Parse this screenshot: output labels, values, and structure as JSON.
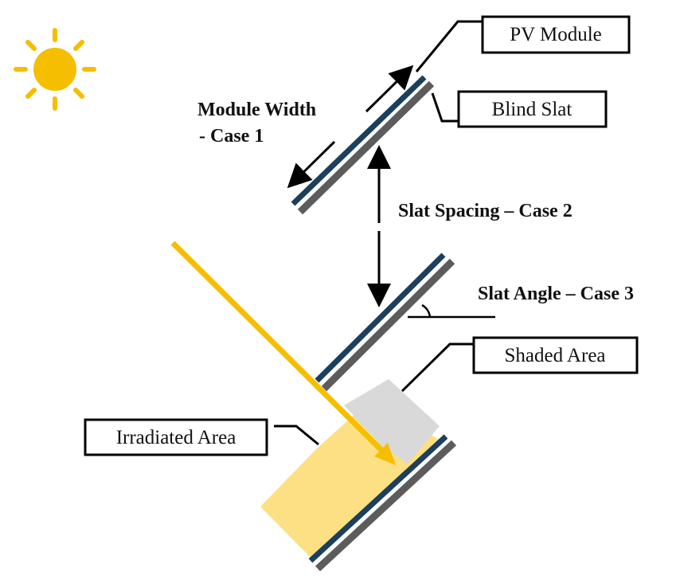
{
  "labels": {
    "pv_module": "PV Module",
    "blind_slat": "Blind Slat",
    "module_width": "Module Width",
    "case1": "- Case 1",
    "slat_spacing": "Slat Spacing – Case 2",
    "slat_angle": "Slat Angle – Case 3",
    "shaded_area": "Shaded Area",
    "irradiated_area": "Irradiated Area"
  },
  "colors": {
    "sun": "#f5be00",
    "ray": "#f5be00",
    "pv_module": "#1b3f5c",
    "slat": "#5c5c5c",
    "irradiated": "#fde084",
    "shaded": "#d9d9d9",
    "line": "#000000"
  },
  "icons": {
    "sun": "sun-icon",
    "ray": "sunlight-ray-arrow"
  }
}
